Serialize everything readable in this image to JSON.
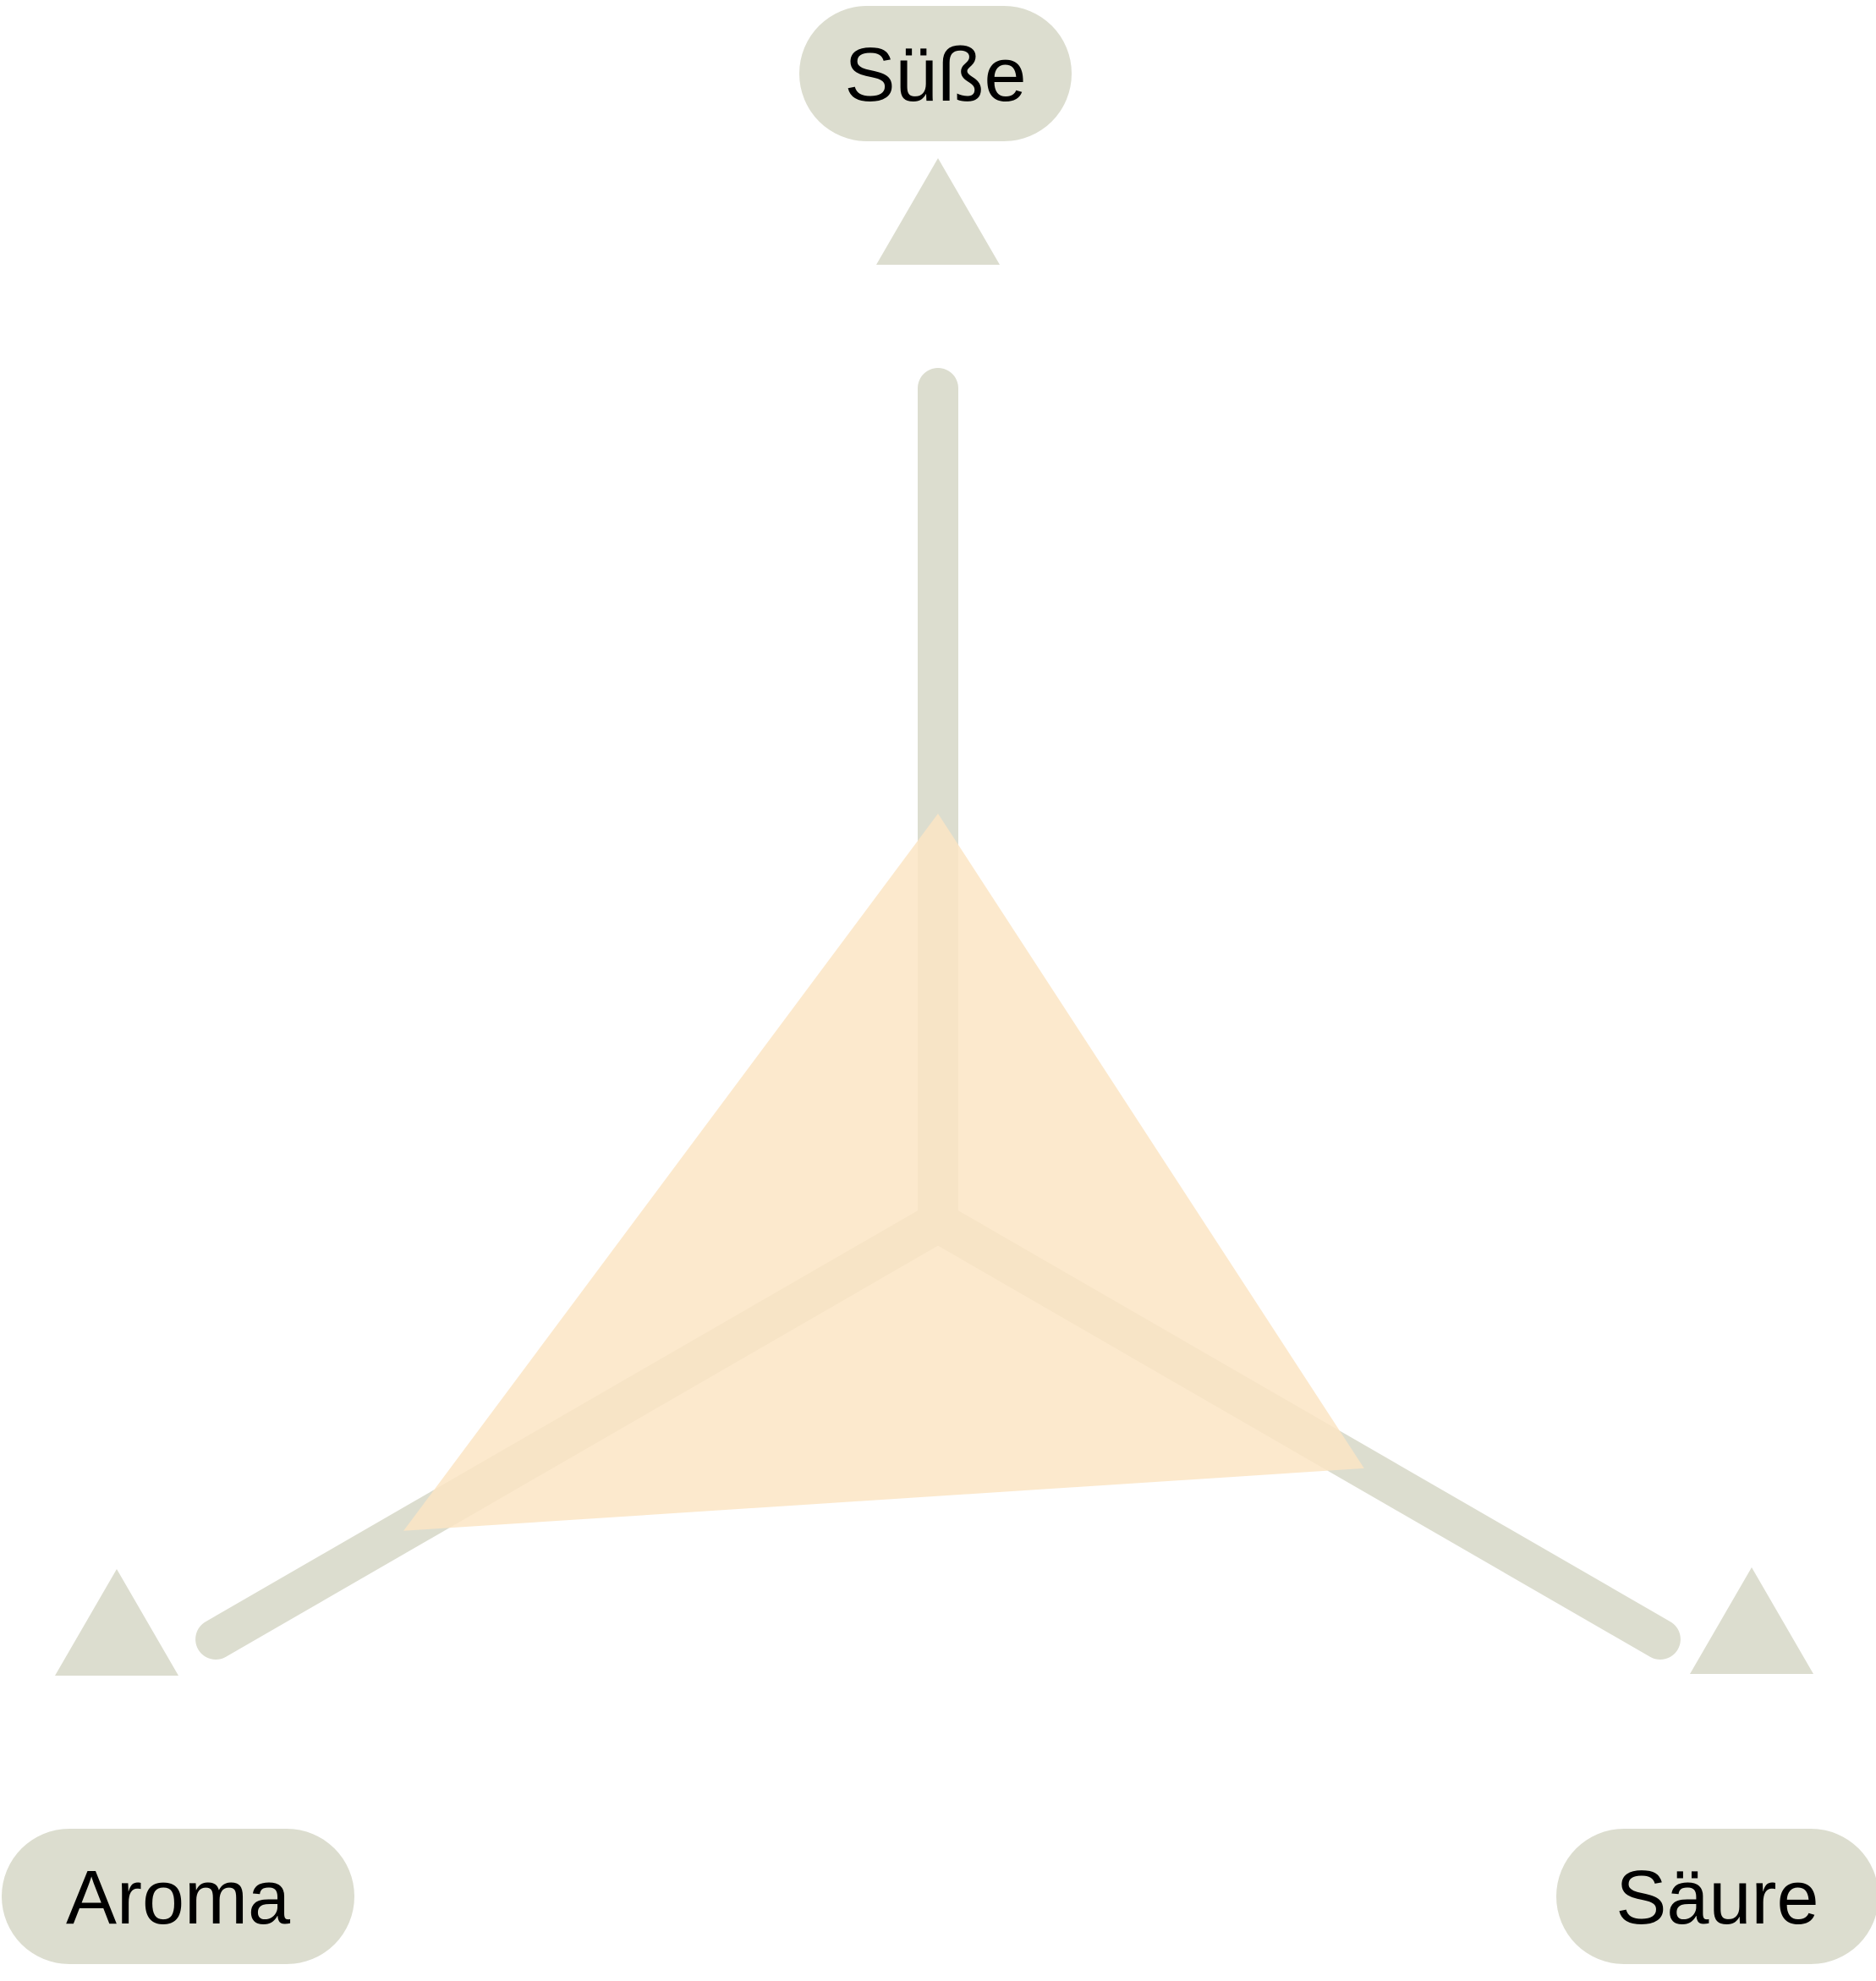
{
  "chart_data": {
    "type": "radar",
    "axes": [
      {
        "key": "sweet",
        "label": "Süße"
      },
      {
        "key": "sour",
        "label": "Säure"
      },
      {
        "key": "aroma",
        "label": "Aroma"
      }
    ],
    "max": 1,
    "values": {
      "sweet": 0.49,
      "sour": 0.59,
      "aroma": 0.74
    },
    "colors": {
      "axis": "#dcddcf",
      "fill": "#fce5c4",
      "label_bg": "#dcddcf",
      "label_text": "#000000"
    }
  }
}
